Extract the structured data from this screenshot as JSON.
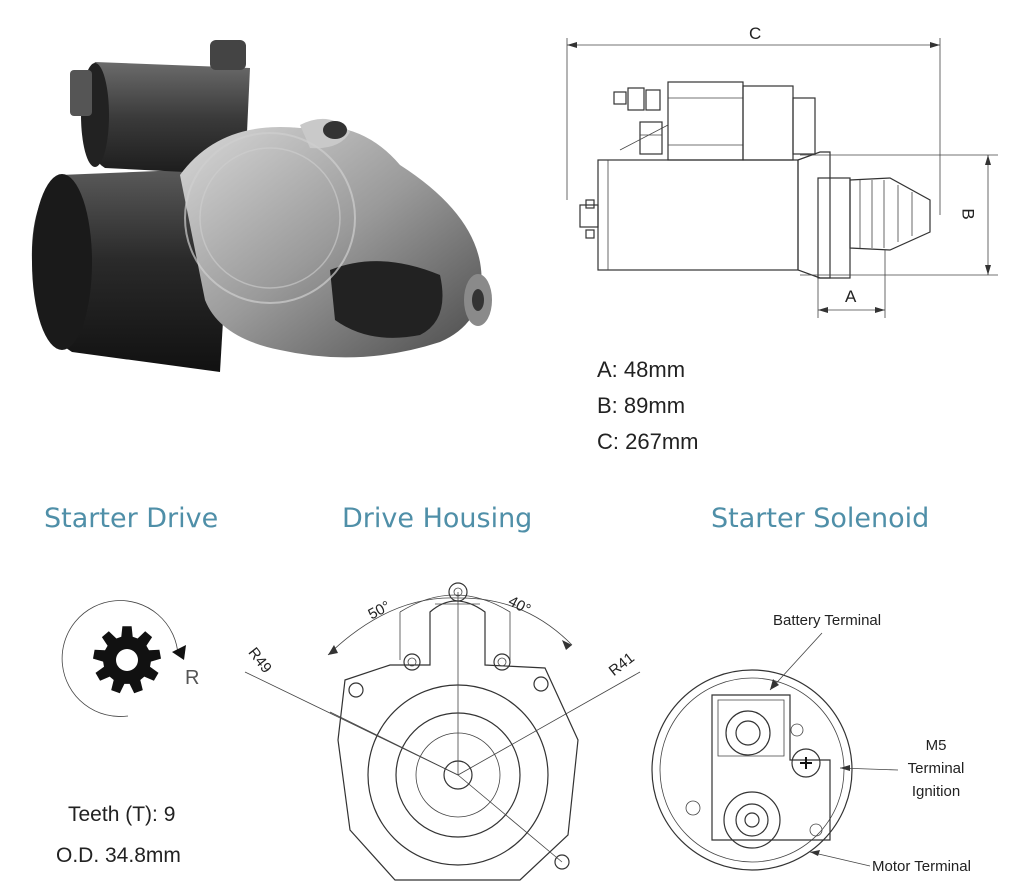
{
  "dimensions": {
    "letter_a": "A",
    "letter_b": "B",
    "letter_c": "C",
    "a": "A: 48mm",
    "b": "B: 89mm",
    "c": "C: 267mm"
  },
  "sections": {
    "starter_drive": {
      "title": "Starter Drive",
      "rotation": "R",
      "teeth": "Teeth (T):  9",
      "od": "O.D. 34.8mm"
    },
    "drive_housing": {
      "title": "Drive Housing",
      "angle_left": "50°",
      "angle_right": "40°",
      "radius_left": "R49",
      "radius_right": "R41"
    },
    "starter_solenoid": {
      "title": "Starter Solenoid",
      "battery_terminal": "Battery Terminal",
      "m5": "M5",
      "terminal": "Terminal",
      "ignition": "Ignition",
      "motor_terminal": "Motor Terminal"
    }
  },
  "icons": [
    "starter-motor-photo",
    "side-view-drawing",
    "pinion-gear-icon",
    "drive-housing-drawing",
    "solenoid-face-drawing"
  ],
  "colors": {
    "title": "#4f8fa8",
    "text": "#222222",
    "line": "#333333"
  }
}
